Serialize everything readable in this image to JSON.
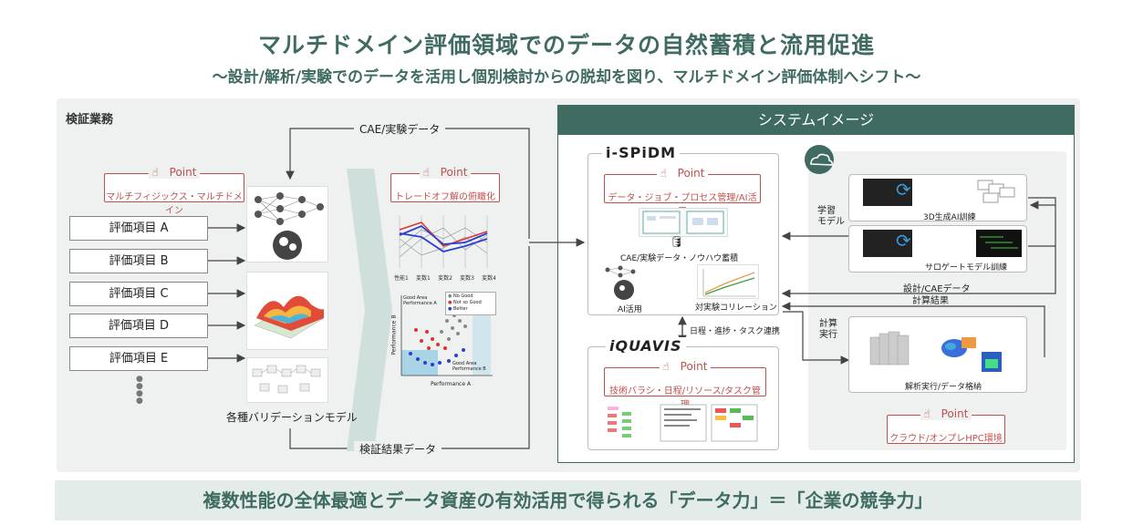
{
  "header": {
    "title": "マルチドメイン評価領域でのデータの自然蓄積と流用促進",
    "subtitle": "〜設計/解析/実験でのデータを活用し個別検討からの脱却を図り、マルチドメイン評価体制へシフト〜"
  },
  "verification": {
    "section_label": "検証業務",
    "cae_data_label": "CAE/実験データ",
    "result_data_label": "検証結果データ",
    "point1": {
      "head": "Point",
      "text": "マルチフィジックス・マルチドメイン"
    },
    "point2": {
      "head": "Point",
      "text": "トレードオフ解の俯瞰化"
    },
    "eval_items": [
      "評価項目 A",
      "評価項目 B",
      "評価項目 C",
      "評価項目 D",
      "評価項目 E"
    ],
    "validation_models_label": "各種バリデーションモデル",
    "chart_xlabels": [
      "性能1",
      "変数1",
      "変数2",
      "変数3",
      "変数4"
    ],
    "scatter": {
      "legend": [
        "No Good",
        "Not so Good",
        "Better"
      ],
      "good_area_a": "Good Area\nPerformance A",
      "good_area_b": "Good Area\nPerformance B",
      "xlabel": "Performance A",
      "ylabel": "Performance B"
    }
  },
  "system": {
    "header": "システムイメージ",
    "spdm": {
      "logo": "i-SPiDM",
      "point": {
        "head": "Point",
        "text": "データ・ジョブ・プロセス管理/AI活用"
      },
      "storage_label": "CAE/実験データ・ノウハウ蓄積",
      "ai_label": "AI活用",
      "correlation_label": "対実験コリレーション"
    },
    "link_label": "日程・進捗・タスク連携",
    "quavis": {
      "logo": "iQUAVIS",
      "point": {
        "head": "Point",
        "text": "技術バラシ・日程/リソース/タスク管理"
      }
    },
    "learning_label": "学習\nモデル",
    "ai_training_3d": "3D生成AI訓練",
    "surrogate_training": "サロゲートモデル訓練",
    "design_cae_label": "設計/CAEデータ",
    "calc_result_label": "計算結果",
    "calc_exec_label": "計算\n実行",
    "analysis_label": "解析実行/データ格納",
    "hpc_point": {
      "head": "Point",
      "text": "クラウド/オンプレHPC環境"
    }
  },
  "footer": {
    "text": "複数性能の全体最適とデータ資産の有効活用で得られる「データ力」＝「企業の競争力」"
  },
  "colors": {
    "primary": "#3f6b63",
    "accent": "#c0504d",
    "panel": "#eef1f0"
  }
}
